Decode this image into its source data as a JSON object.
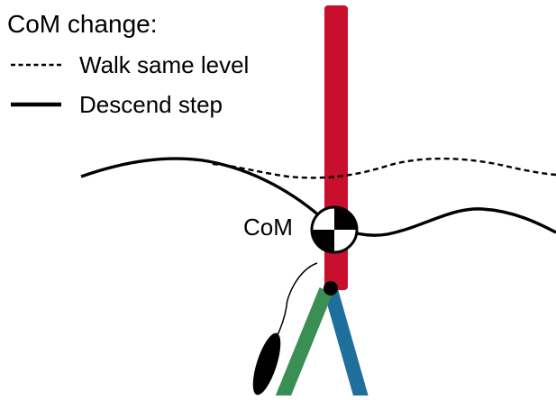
{
  "legend": {
    "title": "CoM change:",
    "items": [
      {
        "label": "Walk same level",
        "line_style": "dashed"
      },
      {
        "label": "Descend step",
        "line_style": "solid"
      }
    ]
  },
  "com_label": "CoM",
  "colors": {
    "trunk": "#c8102e",
    "leg_green": "#3a8f54",
    "leg_blue": "#1f6f9c",
    "line": "#000000",
    "background": "#ffffff"
  }
}
